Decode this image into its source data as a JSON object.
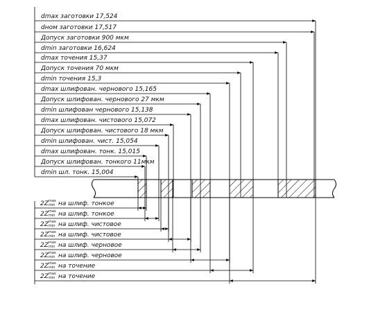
{
  "top_labels": [
    "dmax заготовки 17,524",
    "dном заготовки 17,517",
    "Допуск заготовки 900 мкм",
    "dmin заготовки 16,624",
    "dmax точения 15,37",
    "Допуск точения 70 мкм",
    "dmin точения 15,3",
    "dmax шлифован. чернового 15,165",
    "Допуск шлифован. чернового 27 мкм",
    "dmin шлифован чернового 15,138",
    "dmax шлифован. чистового 15,072",
    "Допуск шлифован. чистового 18 мкм",
    "dmin шлифован. чист. 15,054",
    "dmax шлифован. тонк. 15,015",
    "Допуск шлифован. тонкого 11мкм",
    "dmin шл. тонк. 15,004"
  ],
  "allowance_prefix": "2Z",
  "allowance_sup_top": "max",
  "allowance_sup_bottom": "min",
  "bottom_labels": [
    "на шлиф. тонкое",
    "на шлиф. тонкое",
    "на шлиф. чистовое",
    "на шлиф. чистовое",
    "на шлиф. черновое",
    "на шлиф. черновое",
    "на точение",
    "на точение"
  ]
}
